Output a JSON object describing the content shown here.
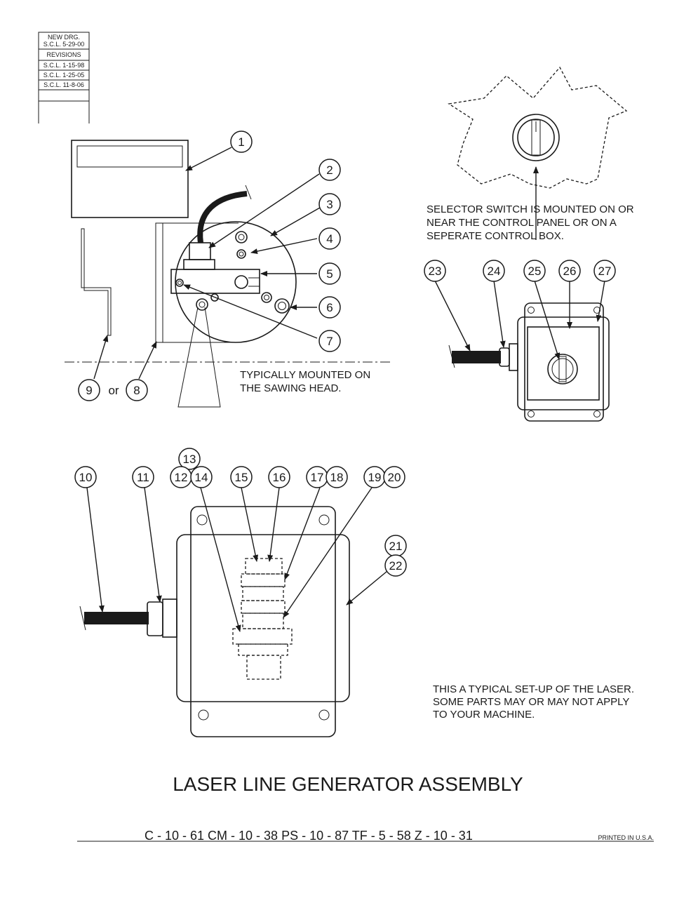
{
  "revision_block": {
    "rows": [
      "NEW DRG.",
      "S.C.L. 5-29-00",
      "REVISIONS",
      "S.C.L. 1-15-98",
      "S.C.L. 1-25-05",
      "S.C.L. 11-8-06"
    ]
  },
  "callouts": {
    "c1": "1",
    "c2": "2",
    "c3": "3",
    "c4": "4",
    "c5": "5",
    "c6": "6",
    "c7": "7",
    "c8": "8",
    "c9": "9",
    "c9_or": "or",
    "c10": "10",
    "c11": "11",
    "c12": "12",
    "c13": "13",
    "c14": "14",
    "c15": "15",
    "c16": "16",
    "c17": "17",
    "c18": "18",
    "c19": "19",
    "c20": "20",
    "c21": "21",
    "c22": "22",
    "c23": "23",
    "c24": "24",
    "c25": "25",
    "c26": "26",
    "c27": "27"
  },
  "notes": {
    "selector_line1": "SELECTOR SWITCH IS MOUNTED ON OR",
    "selector_line2": "NEAR THE CONTROL PANEL OR ON A",
    "selector_line3": "SEPERATE CONTROL BOX.",
    "mounted_line1": "TYPICALLY MOUNTED ON",
    "mounted_line2": "THE SAWING HEAD.",
    "typical_line1": "THIS A TYPICAL SET-UP OF THE LASER.",
    "typical_line2": "SOME PARTS MAY OR MAY NOT APPLY",
    "typical_line3": "TO YOUR MACHINE."
  },
  "title": "LASER LINE GENERATOR ASSEMBLY",
  "footer": {
    "codes": "C - 10 - 61    CM - 10 - 38    PS - 10 - 87    TF - 5 - 58    Z - 10 - 31",
    "printed": "PRINTED IN U.S.A."
  }
}
